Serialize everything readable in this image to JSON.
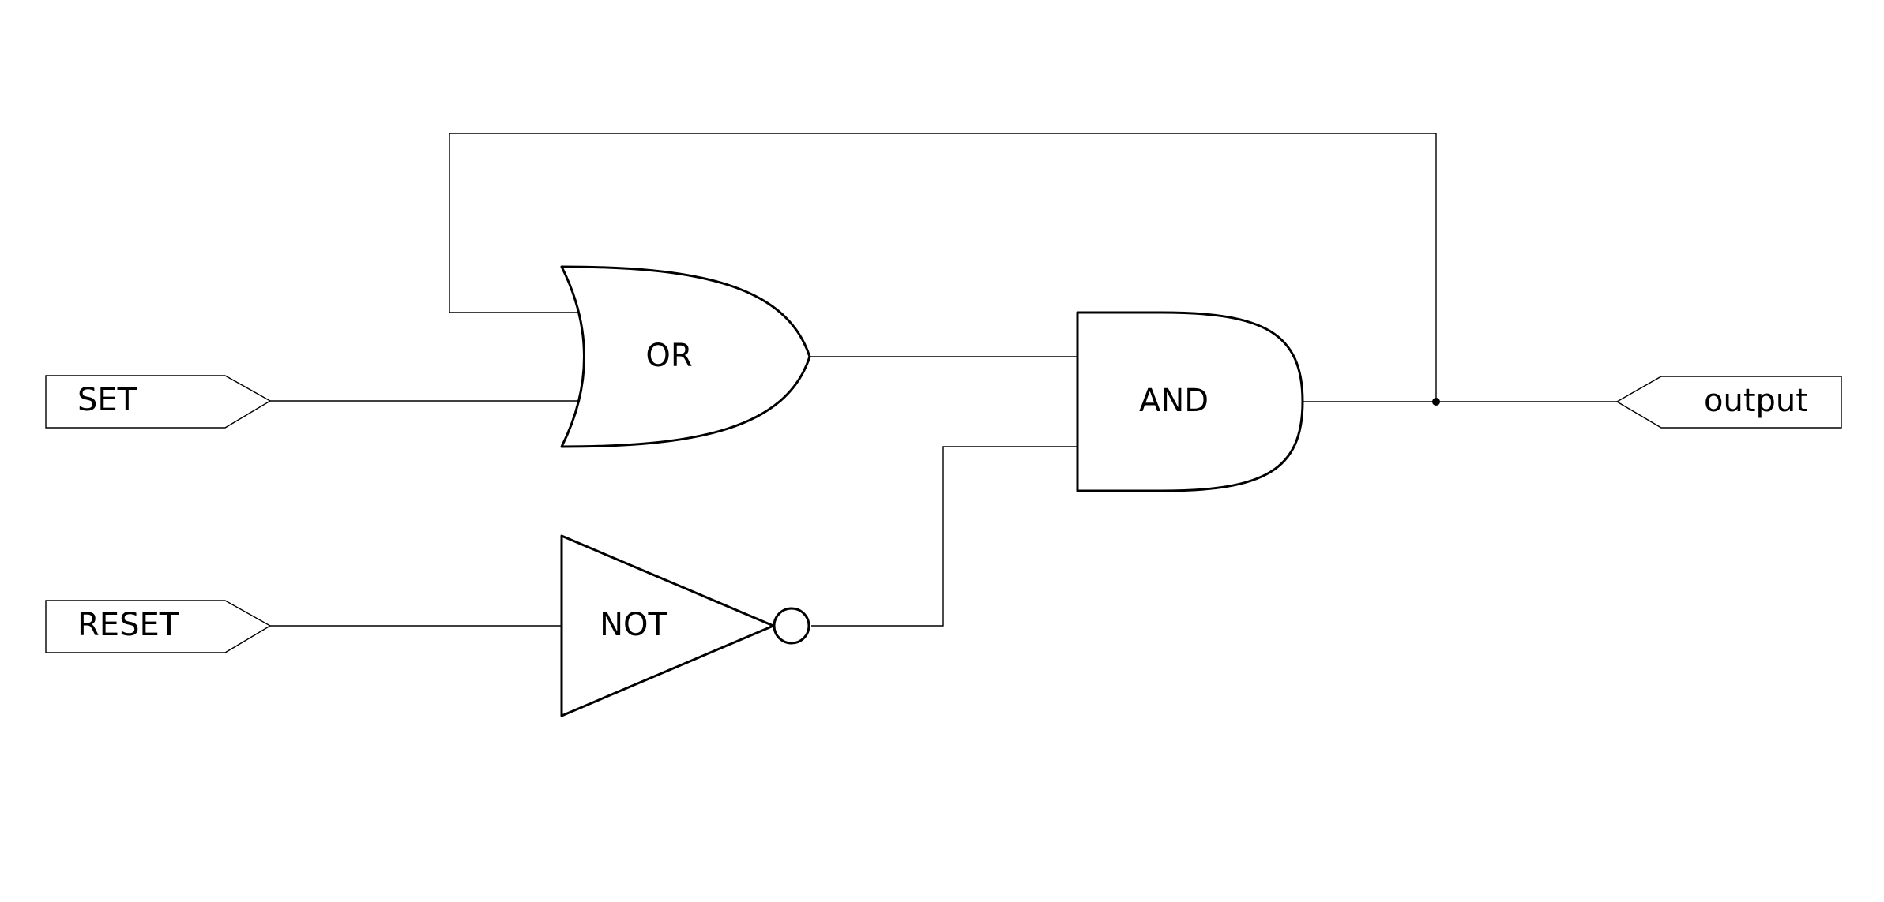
{
  "diagram": {
    "ports": {
      "set": "SET",
      "reset": "RESET",
      "output": "output"
    },
    "gates": {
      "or": "OR",
      "and": "AND",
      "not": "NOT"
    }
  }
}
